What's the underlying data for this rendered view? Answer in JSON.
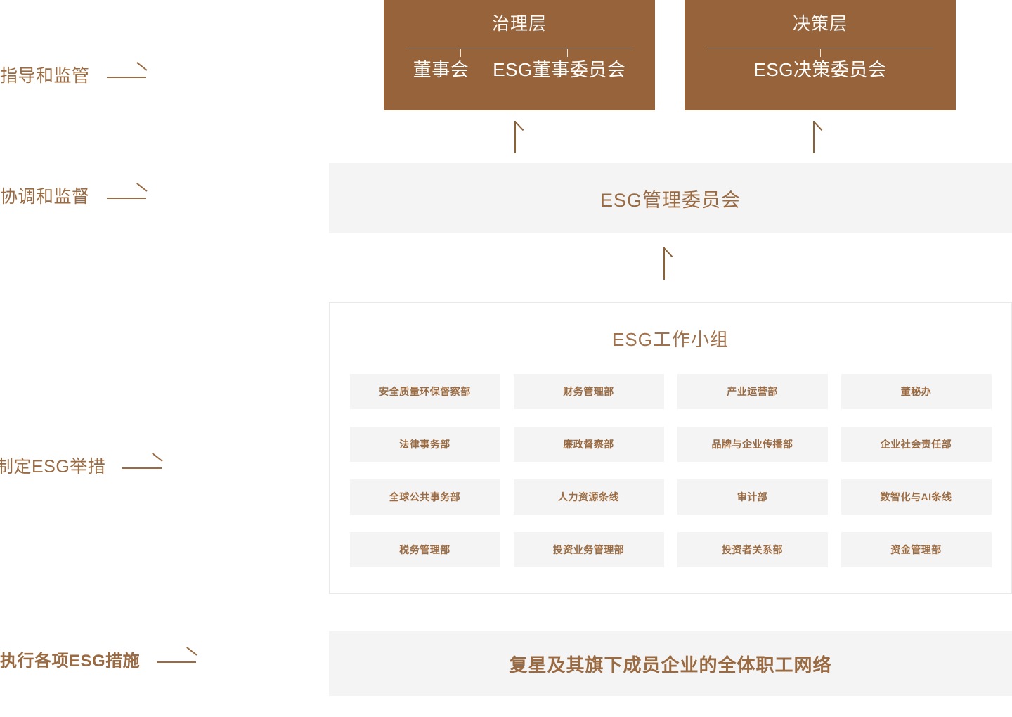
{
  "stages": [
    {
      "label": "指导和监管",
      "bold": false
    },
    {
      "label": "协调和监督",
      "bold": false
    },
    {
      "label": "制定ESG举措",
      "bold": false
    },
    {
      "label": "执行各项ESG措施",
      "bold": true
    }
  ],
  "governance_box": {
    "layer_title": "治理层",
    "members": [
      "董事会",
      "ESG董事委员会"
    ]
  },
  "decision_box": {
    "layer_title": "决策层",
    "members": [
      "ESG决策委员会"
    ]
  },
  "management_bar": {
    "text": "ESG管理委员会"
  },
  "working_group": {
    "title": "ESG工作小组",
    "departments": [
      "安全质量环保督察部",
      "财务管理部",
      "产业运营部",
      "董秘办",
      "法律事务部",
      "廉政督察部",
      "品牌与企业传播部",
      "企业社会责任部",
      "全球公共事务部",
      "人力资源条线",
      "审计部",
      "数智化与AI条线",
      "税务管理部",
      "投资业务管理部",
      "投资者关系部",
      "资金管理部"
    ]
  },
  "staff_bar": {
    "text": "复星及其旗下成员企业的全体职工网络"
  },
  "colors": {
    "brown": "#96633a",
    "text_brown": "#9a6b42",
    "grey_bar": "#f4f4f4",
    "panel_border": "#e9e9e9"
  }
}
